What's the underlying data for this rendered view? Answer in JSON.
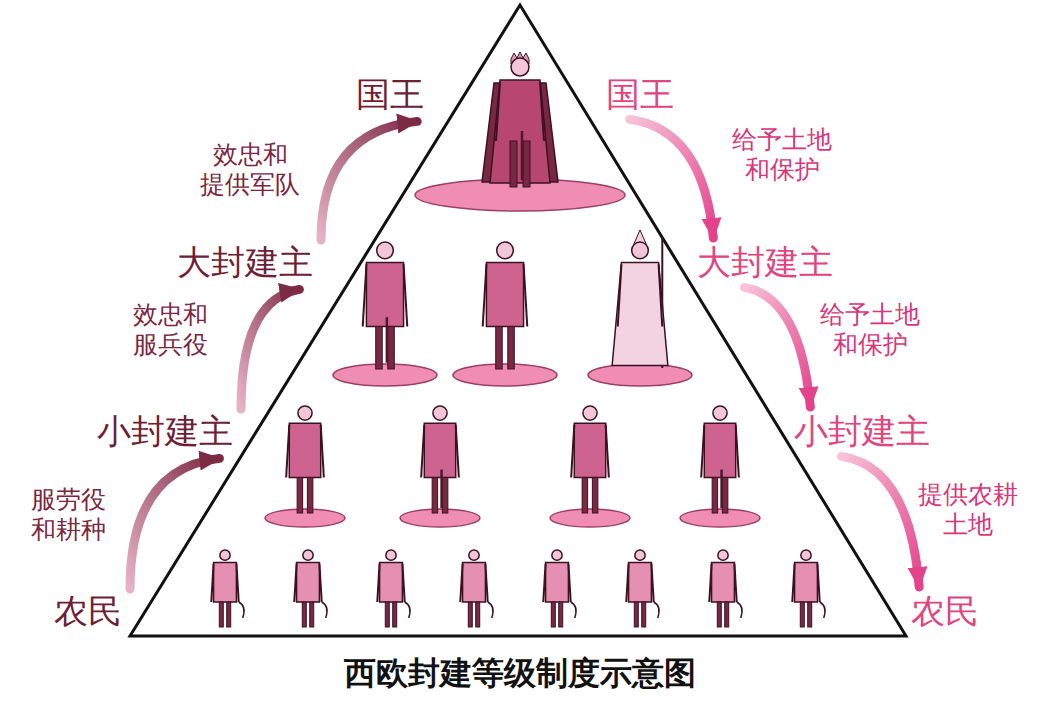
{
  "diagram": {
    "caption": "西欧封建等级制度示意图",
    "nodes": [
      {
        "text": [
          "国王"
        ]
      },
      {
        "text": [
          "国王"
        ]
      },
      {
        "text": [
          "大封建主"
        ]
      },
      {
        "text": [
          "大封建主"
        ]
      },
      {
        "text": [
          "小封建主"
        ]
      },
      {
        "text": [
          "小封建主"
        ]
      },
      {
        "text": [
          "农民"
        ]
      },
      {
        "text": [
          "农民"
        ]
      }
    ],
    "edges": [
      {
        "from": 6,
        "to": 4,
        "arrow": "to",
        "label": "服劳役 和耕种"
      },
      {
        "from": 4,
        "to": 2,
        "arrow": "to",
        "label": "效忠和 服兵役"
      },
      {
        "from": 2,
        "to": 0,
        "arrow": "to",
        "label": "效忠和 提供军队"
      },
      {
        "from": 1,
        "to": 3,
        "arrow": "to",
        "label": "给予土地 和保护"
      },
      {
        "from": 3,
        "to": 5,
        "arrow": "to",
        "label": "给予土地 和保护"
      },
      {
        "from": 5,
        "to": 7,
        "arrow": "to",
        "label": "提供农耕 土地"
      }
    ]
  }
}
